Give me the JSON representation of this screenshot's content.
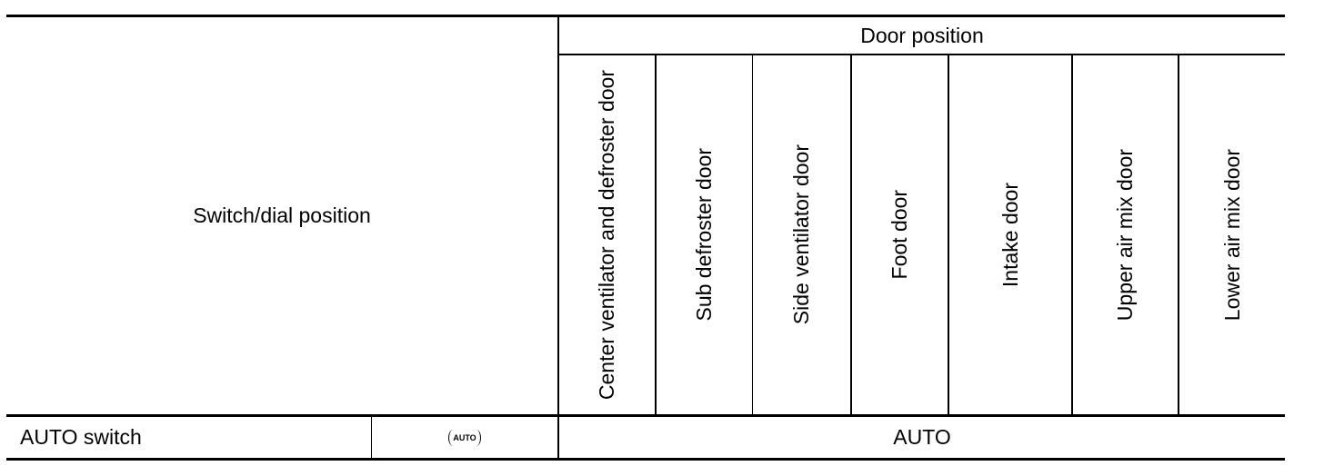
{
  "table": {
    "header": {
      "left_label": "Switch/dial position",
      "group_label": "Door position",
      "columns": [
        "Center ventilator and defroster door",
        "Sub defroster door",
        "Side ventilator door",
        "Foot door",
        "Intake door",
        "Upper air mix door",
        "Lower air mix door"
      ]
    },
    "rows": [
      {
        "switch": "AUTO switch",
        "symbol_icon": "auto-button-icon",
        "symbol_text": "AUTO",
        "value": "AUTO"
      }
    ]
  }
}
